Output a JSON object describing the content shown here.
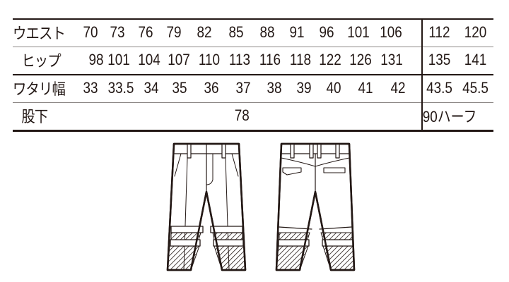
{
  "size_table": {
    "rows": [
      {
        "label": "ウエスト",
        "values": [
          "70",
          "73",
          "76",
          "79",
          "82",
          "85",
          "88",
          "91",
          "96",
          "101",
          "106"
        ],
        "extended_values": [
          "112",
          "120"
        ]
      },
      {
        "label": "ヒップ",
        "values": [
          "98",
          "101",
          "104",
          "107",
          "110",
          "113",
          "116",
          "118",
          "122",
          "126",
          "131"
        ],
        "extended_values": [
          "135",
          "141"
        ]
      },
      {
        "label": "ワタリ幅",
        "values": [
          "33",
          "33.5",
          "34",
          "35",
          "36",
          "37",
          "38",
          "39",
          "40",
          "41",
          "42"
        ],
        "extended_values": [
          "43.5",
          "45.5"
        ]
      },
      {
        "label": "股下",
        "value": "78",
        "extended_value": "90ハーフ"
      }
    ]
  },
  "illustrations": {
    "front": "pants-front-view",
    "back": "pants-back-view"
  },
  "colors": {
    "ink": "#231815",
    "divider_light": "#8c8785"
  }
}
